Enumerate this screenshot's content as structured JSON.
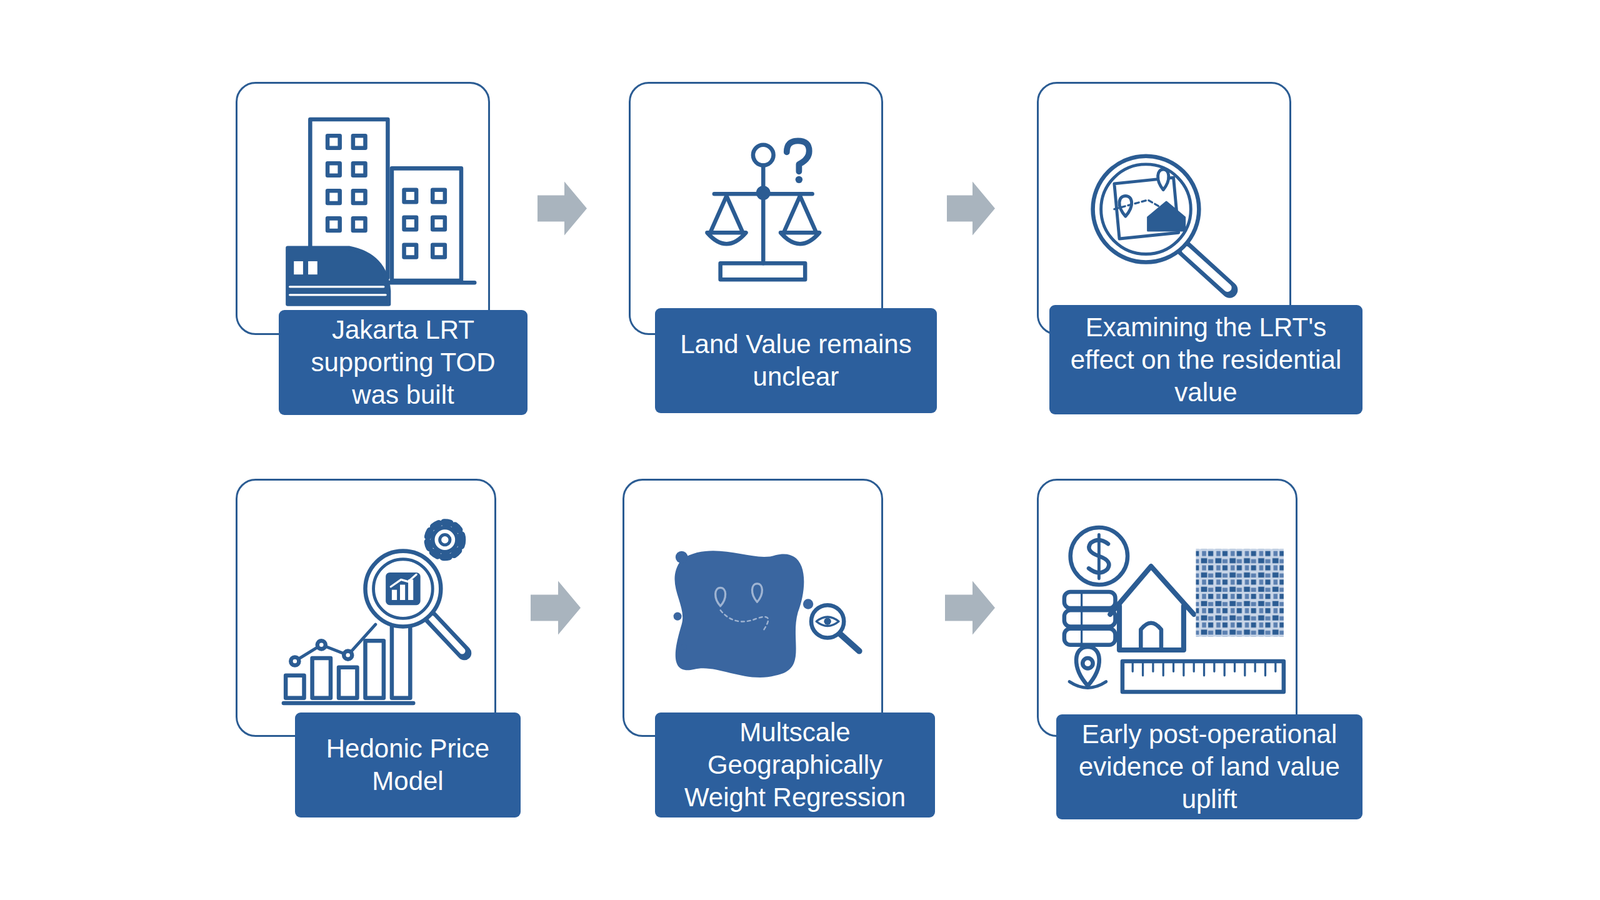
{
  "diagram": {
    "nodes": [
      {
        "text": [
          "Jakarta LRT supporting TOD was built"
        ]
      },
      {
        "text": [
          "Land Value remains unclear"
        ]
      },
      {
        "text": [
          "Examining the LRT's effect on the residential value"
        ]
      },
      {
        "text": [
          "Hedonic Price Model"
        ]
      },
      {
        "text": [
          "Multscale Geographically Weight Regression"
        ]
      },
      {
        "text": [
          "Early post-operational evidence of land value uplift"
        ]
      }
    ],
    "edges": [
      {
        "from": 0,
        "to": 1,
        "arrow": "to"
      },
      {
        "from": 1,
        "to": 2,
        "arrow": "to"
      },
      {
        "from": 3,
        "to": 4,
        "arrow": "to"
      },
      {
        "from": 4,
        "to": 5,
        "arrow": "to"
      }
    ]
  }
}
